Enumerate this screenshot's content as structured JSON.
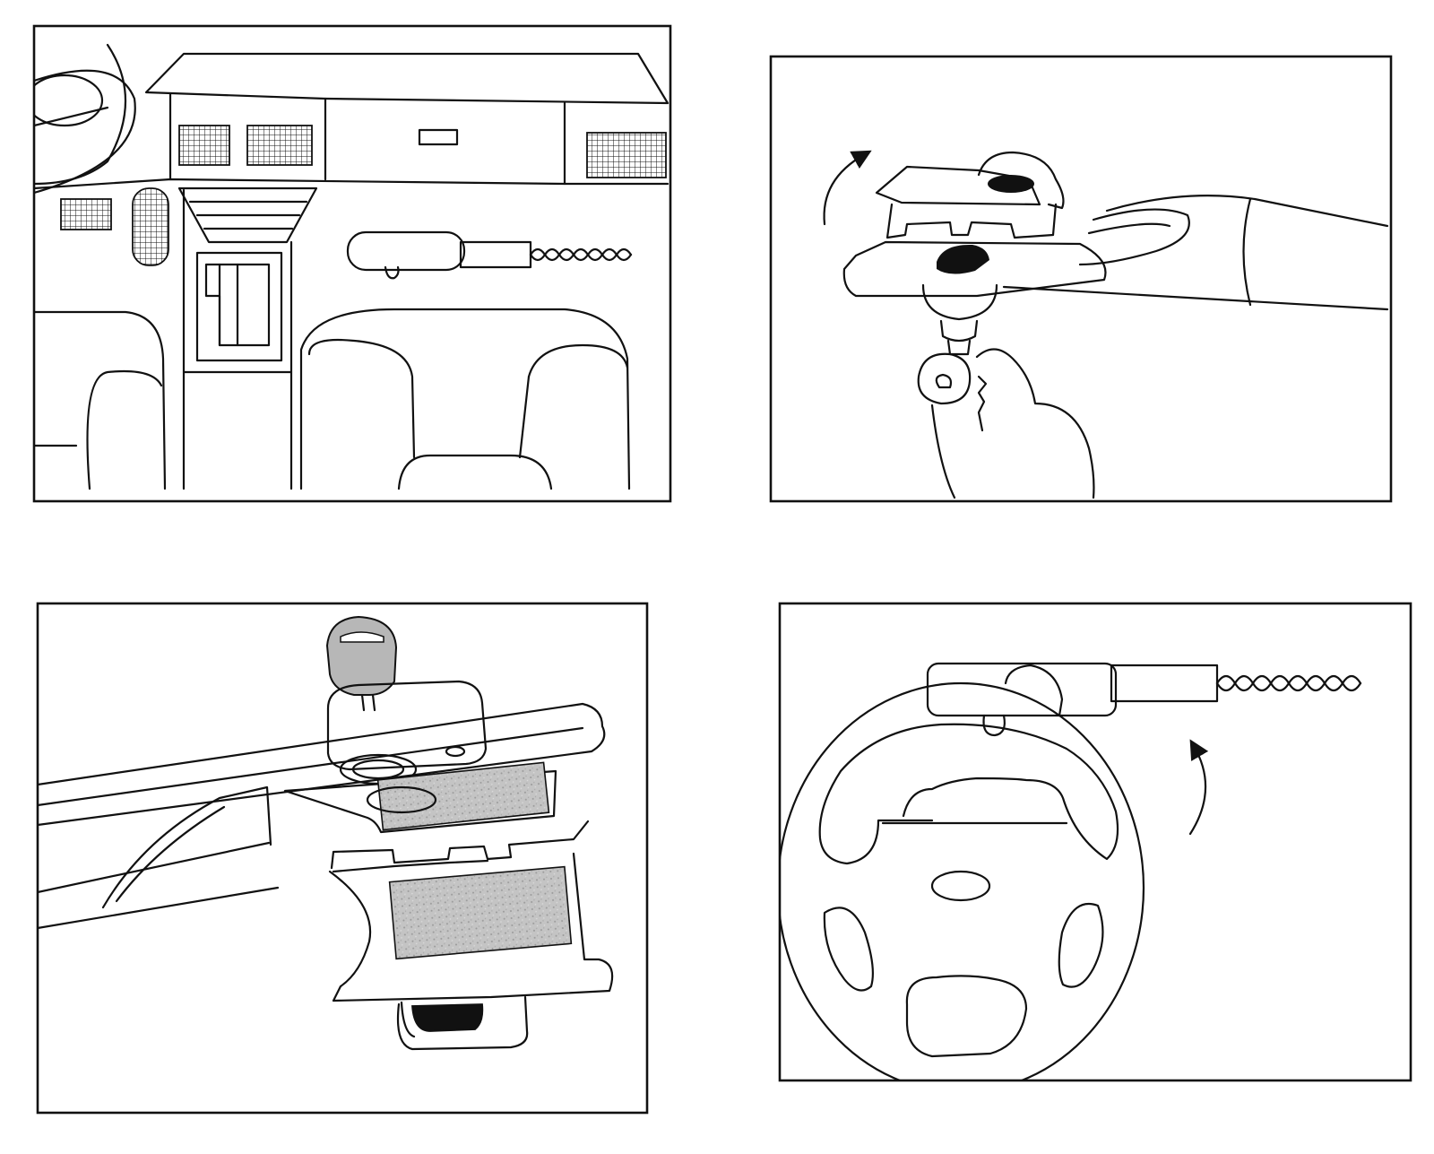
{
  "figure": {
    "panels": [
      {
        "id": "dashboard-with-lock-on-seat"
      },
      {
        "id": "unlock-with-key-and-extend"
      },
      {
        "id": "lock-mechanism-closeup"
      },
      {
        "id": "lock-fitted-on-steering-wheel"
      }
    ]
  },
  "colors": {
    "ink": "#111111",
    "paper": "#ffffff",
    "metal_gray": "#bdbdbd",
    "rubber_black": "#111111"
  },
  "icons": [
    "curved-arrow-icon",
    "key-icon",
    "lock-cylinder-icon",
    "coil-cable-icon"
  ]
}
